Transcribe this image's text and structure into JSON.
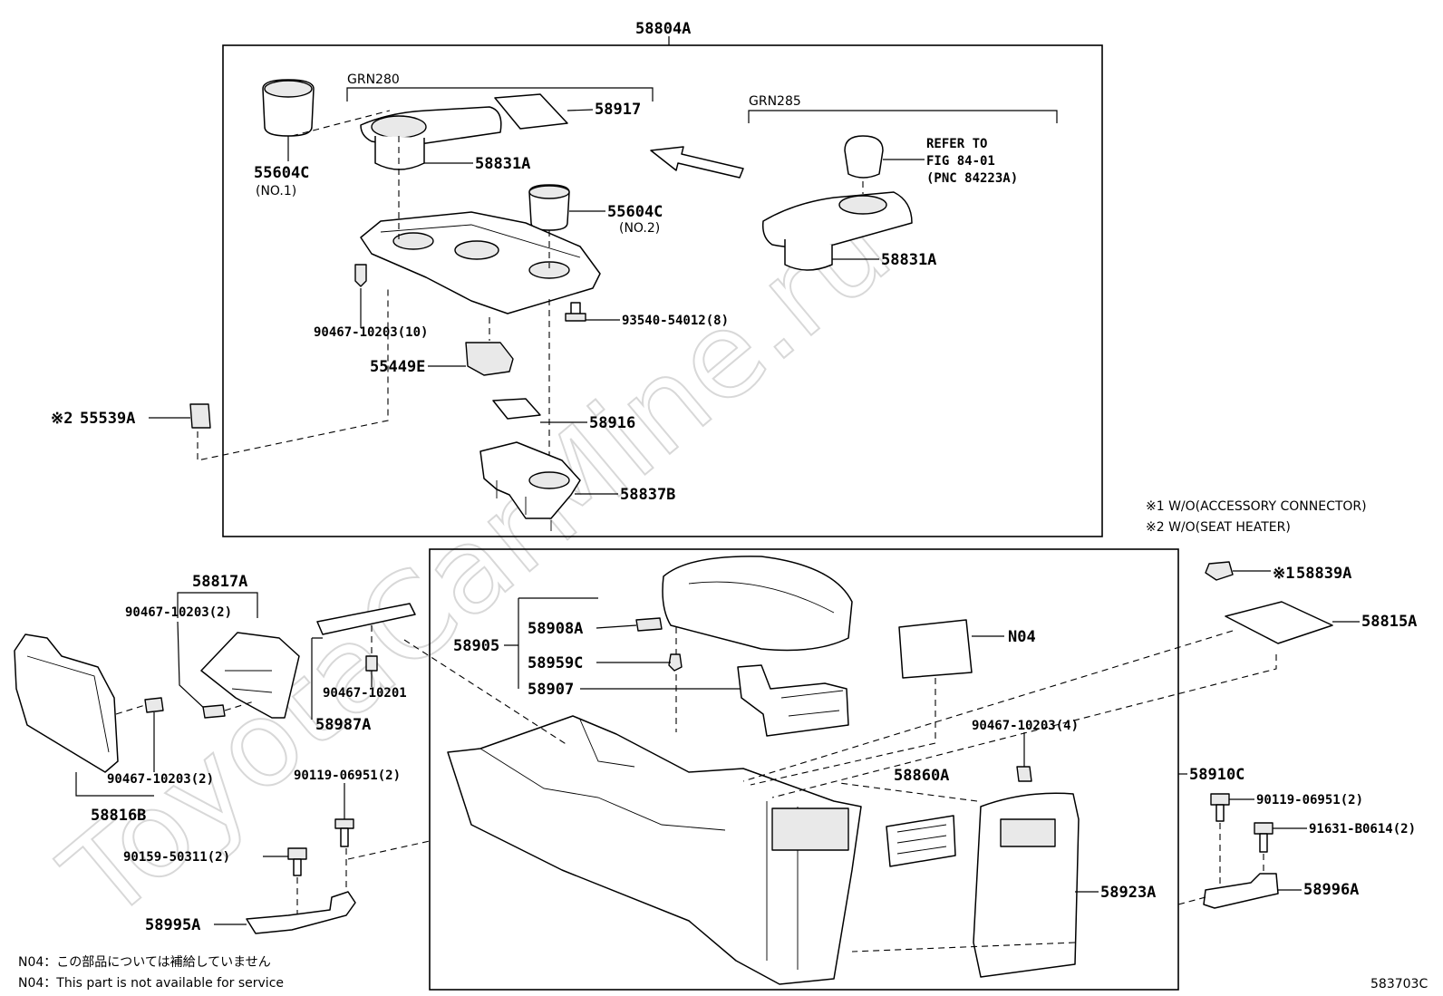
{
  "diagram": {
    "top_group_label": "58804A",
    "bracket_grn280": "GRN280",
    "bracket_grn285": "GRN285",
    "refer_line1": "REFER TO",
    "refer_line2": "FIG 84-01",
    "refer_line3": "(PNC 84223A)",
    "parts": {
      "p55604c_1": "55604C",
      "p55604c_1_sub": "(NO.1)",
      "p58917": "58917",
      "p58831a_left": "58831A",
      "p55604c_2": "55604C",
      "p55604c_2_sub": "(NO.2)",
      "p58831a_right": "58831A",
      "p90467_10203_10": "90467-10203(10)",
      "p93540_54012_8": "93540-54012(8)",
      "p55449e": "55449E",
      "p55539a_mark": "※2",
      "p55539a": "55539A",
      "p58916": "58916",
      "p58837b": "58837B",
      "p58817a": "58817A",
      "p90467_10203_2_top": "90467-10203(2)",
      "p90467_10201": "90467-10201",
      "p58987a": "58987A",
      "p90467_10203_2_bot": "90467-10203(2)",
      "p58816b": "58816B",
      "p90119_06951_2_left": "90119-06951(2)",
      "p90159_50311_2": "90159-50311(2)",
      "p58995a": "58995A",
      "p58905": "58905",
      "p58908a": "58908A",
      "p58959c": "58959C",
      "p58907": "58907",
      "pN04": "N04",
      "p90467_10203_4": "90467-10203(4)",
      "p58860a": "58860A",
      "p58910c": "58910C",
      "p58923a": "58923A",
      "p58839a_mark": "※1",
      "p58839a": "58839A",
      "p58815a": "58815A",
      "p90119_06951_2_right": "90119-06951(2)",
      "p91631_b0614_2": "91631-B0614(2)",
      "p58996a": "58996A"
    },
    "notes": {
      "n1": "※1 W/O(ACCESSORY CONNECTOR)",
      "n2": "※2 W/O(SEAT HEATER)",
      "n04_jp": "N04：この部品については補給していません",
      "n04_en": "N04：This part is not available for service"
    },
    "figure_code": "583703C",
    "watermark": "ToyotaCarMine.ru"
  }
}
